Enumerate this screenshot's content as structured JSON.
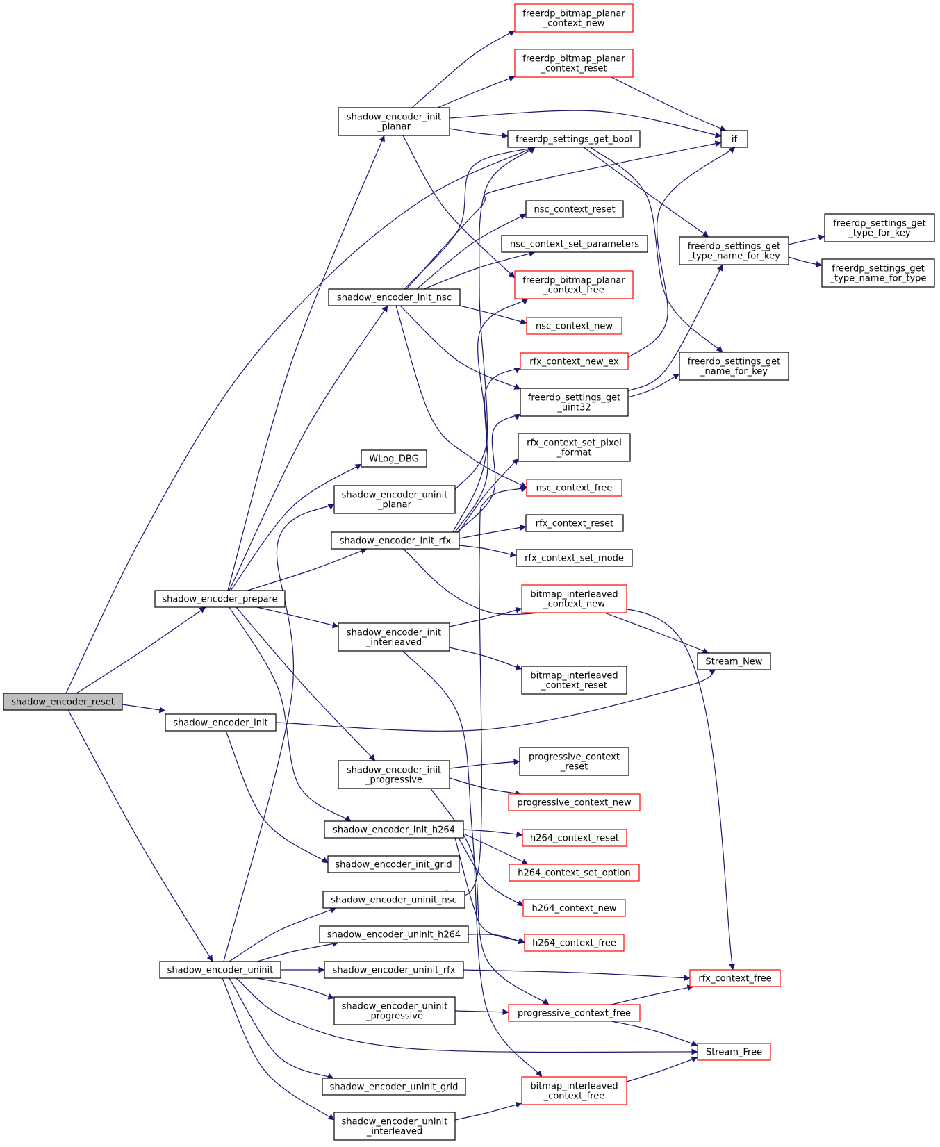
{
  "colors": {
    "edge": "#191970",
    "node_border": "#000000",
    "external_border": "#ff0000",
    "root_fill": "#bfbfbf",
    "fill": "#ffffff"
  },
  "nodes": {
    "shadow_encoder_reset": {
      "lines": [
        "shadow_encoder_reset"
      ],
      "style": "root"
    },
    "shadow_encoder_prepare": {
      "lines": [
        "shadow_encoder_prepare"
      ],
      "style": "normal"
    },
    "shadow_encoder_init": {
      "lines": [
        "shadow_encoder_init"
      ],
      "style": "normal"
    },
    "shadow_encoder_uninit": {
      "lines": [
        "shadow_encoder_uninit"
      ],
      "style": "normal"
    },
    "shadow_encoder_init_planar": {
      "lines": [
        "shadow_encoder_init",
        "_planar"
      ],
      "style": "normal"
    },
    "shadow_encoder_init_nsc": {
      "lines": [
        "shadow_encoder_init_nsc"
      ],
      "style": "normal"
    },
    "WLog_DBG": {
      "lines": [
        "WLog_DBG"
      ],
      "style": "normal"
    },
    "shadow_encoder_uninit_planar": {
      "lines": [
        "shadow_encoder_uninit",
        "_planar"
      ],
      "style": "normal"
    },
    "shadow_encoder_init_rfx": {
      "lines": [
        "shadow_encoder_init_rfx"
      ],
      "style": "normal"
    },
    "shadow_encoder_init_interleaved": {
      "lines": [
        "shadow_encoder_init",
        "_interleaved"
      ],
      "style": "normal"
    },
    "shadow_encoder_init_progressive": {
      "lines": [
        "shadow_encoder_init",
        "_progressive"
      ],
      "style": "normal"
    },
    "shadow_encoder_init_h264": {
      "lines": [
        "shadow_encoder_init_h264"
      ],
      "style": "normal"
    },
    "shadow_encoder_init_grid": {
      "lines": [
        "shadow_encoder_init_grid"
      ],
      "style": "normal"
    },
    "shadow_encoder_uninit_nsc": {
      "lines": [
        "shadow_encoder_uninit_nsc"
      ],
      "style": "normal"
    },
    "shadow_encoder_uninit_h264": {
      "lines": [
        "shadow_encoder_uninit_h264"
      ],
      "style": "normal"
    },
    "shadow_encoder_uninit_rfx": {
      "lines": [
        "shadow_encoder_uninit_rfx"
      ],
      "style": "normal"
    },
    "shadow_encoder_uninit_progressive": {
      "lines": [
        "shadow_encoder_uninit",
        "_progressive"
      ],
      "style": "normal"
    },
    "shadow_encoder_uninit_grid": {
      "lines": [
        "shadow_encoder_uninit_grid"
      ],
      "style": "normal"
    },
    "shadow_encoder_uninit_interleaved": {
      "lines": [
        "shadow_encoder_uninit",
        "_interleaved"
      ],
      "style": "normal"
    },
    "freerdp_bitmap_planar_context_new": {
      "lines": [
        "freerdp_bitmap_planar",
        "_context_new"
      ],
      "style": "external"
    },
    "freerdp_bitmap_planar_context_reset": {
      "lines": [
        "freerdp_bitmap_planar",
        "_context_reset"
      ],
      "style": "external"
    },
    "freerdp_settings_get_bool": {
      "lines": [
        "freerdp_settings_get_bool"
      ],
      "style": "normal"
    },
    "nsc_context_reset": {
      "lines": [
        "nsc_context_reset"
      ],
      "style": "normal"
    },
    "nsc_context_set_parameters": {
      "lines": [
        "nsc_context_set_parameters"
      ],
      "style": "normal"
    },
    "freerdp_bitmap_planar_context_free": {
      "lines": [
        "freerdp_bitmap_planar",
        "_context_free"
      ],
      "style": "external"
    },
    "nsc_context_new": {
      "lines": [
        "nsc_context_new"
      ],
      "style": "external"
    },
    "rfx_context_new_ex": {
      "lines": [
        "rfx_context_new_ex"
      ],
      "style": "external"
    },
    "freerdp_settings_get_uint32": {
      "lines": [
        "freerdp_settings_get",
        "_uint32"
      ],
      "style": "normal"
    },
    "rfx_context_set_pixel_format": {
      "lines": [
        "rfx_context_set_pixel",
        "_format"
      ],
      "style": "normal"
    },
    "nsc_context_free": {
      "lines": [
        "nsc_context_free"
      ],
      "style": "external"
    },
    "rfx_context_reset": {
      "lines": [
        "rfx_context_reset"
      ],
      "style": "normal"
    },
    "rfx_context_set_mode": {
      "lines": [
        "rfx_context_set_mode"
      ],
      "style": "normal"
    },
    "bitmap_interleaved_context_new": {
      "lines": [
        "bitmap_interleaved",
        "_context_new"
      ],
      "style": "external"
    },
    "bitmap_interleaved_context_reset": {
      "lines": [
        "bitmap_interleaved",
        "_context_reset"
      ],
      "style": "normal"
    },
    "progressive_context_reset": {
      "lines": [
        "progressive_context",
        "_reset"
      ],
      "style": "normal"
    },
    "progressive_context_new": {
      "lines": [
        "progressive_context_new"
      ],
      "style": "external"
    },
    "h264_context_reset": {
      "lines": [
        "h264_context_reset"
      ],
      "style": "external"
    },
    "h264_context_set_option": {
      "lines": [
        "h264_context_set_option"
      ],
      "style": "external"
    },
    "h264_context_new": {
      "lines": [
        "h264_context_new"
      ],
      "style": "external"
    },
    "h264_context_free": {
      "lines": [
        "h264_context_free"
      ],
      "style": "external"
    },
    "progressive_context_free": {
      "lines": [
        "progressive_context_free"
      ],
      "style": "external"
    },
    "bitmap_interleaved_context_free": {
      "lines": [
        "bitmap_interleaved",
        "_context_free"
      ],
      "style": "external"
    },
    "if": {
      "lines": [
        "if"
      ],
      "style": "normal"
    },
    "freerdp_settings_get_type_name_for_key": {
      "lines": [
        "freerdp_settings_get",
        "_type_name_for_key"
      ],
      "style": "normal"
    },
    "freerdp_settings_get_name_for_key": {
      "lines": [
        "freerdp_settings_get",
        "_name_for_key"
      ],
      "style": "normal"
    },
    "Stream_New": {
      "lines": [
        "Stream_New"
      ],
      "style": "normal"
    },
    "rfx_context_free": {
      "lines": [
        "rfx_context_free"
      ],
      "style": "external"
    },
    "Stream_Free": {
      "lines": [
        "Stream_Free"
      ],
      "style": "external"
    },
    "freerdp_settings_get_type_for_key": {
      "lines": [
        "freerdp_settings_get",
        "_type_for_key"
      ],
      "style": "normal"
    },
    "freerdp_settings_get_type_name_for_type": {
      "lines": [
        "freerdp_settings_get",
        "_type_name_for_type"
      ],
      "style": "normal"
    }
  },
  "edges": [
    [
      "shadow_encoder_reset",
      "shadow_encoder_prepare"
    ],
    [
      "shadow_encoder_reset",
      "shadow_encoder_init"
    ],
    [
      "shadow_encoder_reset",
      "shadow_encoder_uninit"
    ],
    [
      "shadow_encoder_reset",
      "freerdp_settings_get_bool"
    ],
    [
      "shadow_encoder_prepare",
      "shadow_encoder_init_planar"
    ],
    [
      "shadow_encoder_prepare",
      "shadow_encoder_init_nsc"
    ],
    [
      "shadow_encoder_prepare",
      "WLog_DBG"
    ],
    [
      "shadow_encoder_prepare",
      "shadow_encoder_init_rfx"
    ],
    [
      "shadow_encoder_prepare",
      "shadow_encoder_init_interleaved"
    ],
    [
      "shadow_encoder_prepare",
      "shadow_encoder_init_progressive"
    ],
    [
      "shadow_encoder_prepare",
      "shadow_encoder_init_h264"
    ],
    [
      "shadow_encoder_init",
      "Stream_New"
    ],
    [
      "shadow_encoder_init",
      "shadow_encoder_init_grid"
    ],
    [
      "shadow_encoder_uninit",
      "shadow_encoder_uninit_planar"
    ],
    [
      "shadow_encoder_uninit",
      "shadow_encoder_uninit_nsc"
    ],
    [
      "shadow_encoder_uninit",
      "shadow_encoder_uninit_h264"
    ],
    [
      "shadow_encoder_uninit",
      "shadow_encoder_uninit_rfx"
    ],
    [
      "shadow_encoder_uninit",
      "shadow_encoder_uninit_progressive"
    ],
    [
      "shadow_encoder_uninit",
      "shadow_encoder_uninit_grid"
    ],
    [
      "shadow_encoder_uninit",
      "shadow_encoder_uninit_interleaved"
    ],
    [
      "shadow_encoder_uninit",
      "Stream_Free"
    ],
    [
      "shadow_encoder_init_planar",
      "freerdp_bitmap_planar_context_new"
    ],
    [
      "shadow_encoder_init_planar",
      "freerdp_bitmap_planar_context_reset"
    ],
    [
      "shadow_encoder_init_planar",
      "if"
    ],
    [
      "shadow_encoder_init_planar",
      "freerdp_settings_get_bool"
    ],
    [
      "shadow_encoder_init_planar",
      "freerdp_bitmap_planar_context_free"
    ],
    [
      "freerdp_bitmap_planar_context_reset",
      "if"
    ],
    [
      "shadow_encoder_init_nsc",
      "freerdp_settings_get_bool"
    ],
    [
      "shadow_encoder_init_nsc",
      "if"
    ],
    [
      "shadow_encoder_init_nsc",
      "nsc_context_reset"
    ],
    [
      "shadow_encoder_init_nsc",
      "nsc_context_set_parameters"
    ],
    [
      "shadow_encoder_init_nsc",
      "nsc_context_new"
    ],
    [
      "shadow_encoder_init_nsc",
      "freerdp_settings_get_uint32"
    ],
    [
      "shadow_encoder_init_nsc",
      "nsc_context_free"
    ],
    [
      "freerdp_settings_get_bool",
      "freerdp_settings_get_type_name_for_key"
    ],
    [
      "freerdp_settings_get_bool",
      "freerdp_settings_get_name_for_key"
    ],
    [
      "freerdp_settings_get_type_name_for_key",
      "freerdp_settings_get_type_for_key"
    ],
    [
      "freerdp_settings_get_type_name_for_key",
      "freerdp_settings_get_type_name_for_type"
    ],
    [
      "rfx_context_new_ex",
      "if"
    ],
    [
      "freerdp_settings_get_uint32",
      "freerdp_settings_get_name_for_key"
    ],
    [
      "freerdp_settings_get_uint32",
      "freerdp_settings_get_type_name_for_key"
    ],
    [
      "shadow_encoder_uninit_planar",
      "freerdp_bitmap_planar_context_free"
    ],
    [
      "shadow_encoder_init_rfx",
      "freerdp_settings_get_bool"
    ],
    [
      "shadow_encoder_init_rfx",
      "rfx_context_new_ex"
    ],
    [
      "shadow_encoder_init_rfx",
      "freerdp_settings_get_uint32"
    ],
    [
      "shadow_encoder_init_rfx",
      "rfx_context_set_pixel_format"
    ],
    [
      "shadow_encoder_init_rfx",
      "rfx_context_reset"
    ],
    [
      "shadow_encoder_init_rfx",
      "rfx_context_set_mode"
    ],
    [
      "shadow_encoder_init_rfx",
      "rfx_context_free"
    ],
    [
      "shadow_encoder_init_interleaved",
      "bitmap_interleaved_context_new"
    ],
    [
      "shadow_encoder_init_interleaved",
      "bitmap_interleaved_context_reset"
    ],
    [
      "shadow_encoder_init_interleaved",
      "bitmap_interleaved_context_free"
    ],
    [
      "bitmap_interleaved_context_new",
      "Stream_New"
    ],
    [
      "shadow_encoder_init_progressive",
      "progressive_context_reset"
    ],
    [
      "shadow_encoder_init_progressive",
      "progressive_context_new"
    ],
    [
      "shadow_encoder_init_progressive",
      "progressive_context_free"
    ],
    [
      "shadow_encoder_init_h264",
      "h264_context_reset"
    ],
    [
      "shadow_encoder_init_h264",
      "h264_context_set_option"
    ],
    [
      "shadow_encoder_init_h264",
      "h264_context_new"
    ],
    [
      "shadow_encoder_init_h264",
      "h264_context_free"
    ],
    [
      "shadow_encoder_uninit_nsc",
      "nsc_context_free"
    ],
    [
      "shadow_encoder_uninit_h264",
      "h264_context_free"
    ],
    [
      "shadow_encoder_uninit_rfx",
      "rfx_context_free"
    ],
    [
      "shadow_encoder_uninit_progressive",
      "progressive_context_free"
    ],
    [
      "progressive_context_free",
      "rfx_context_free"
    ],
    [
      "progressive_context_free",
      "Stream_Free"
    ],
    [
      "shadow_encoder_uninit_interleaved",
      "bitmap_interleaved_context_free"
    ],
    [
      "bitmap_interleaved_context_free",
      "Stream_Free"
    ]
  ]
}
